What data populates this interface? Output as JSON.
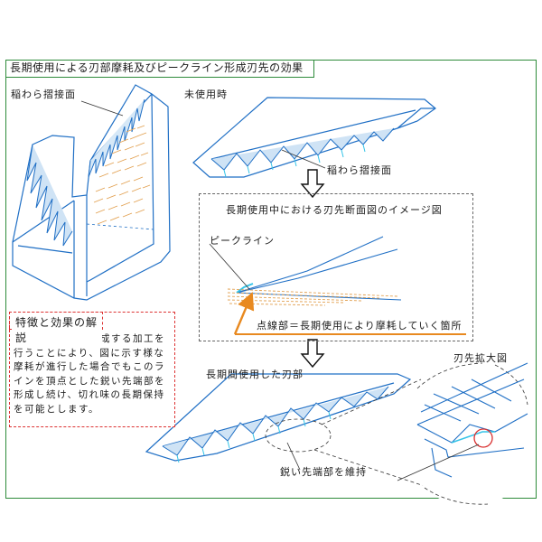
{
  "title": "長期使用による刃部摩耗及びピークライン形成刃先の効果",
  "labels": {
    "inara_top": "稲わら摺接面",
    "unused": "未使用時",
    "inara_right": "稲わら摺接面",
    "section_title": "長期使用中における刃先断面図のイメージ図",
    "peak_line": "ピークライン",
    "dotted_note": "点線部＝長期使用により摩耗していく箇所",
    "long_used": "長期間使用した刃部",
    "zoom": "刃先拡大図",
    "keep_sharp": "鋭い先端部を維持"
  },
  "description": {
    "title": "特徴と効果の解説",
    "body": "ピークラインを形成する加工を行うことにより、図に示す様な摩耗が進行した場合でもこのラインを頂点とした鋭い先端部を形成し続け、切れ味の長期保持を可能とします。"
  },
  "colors": {
    "frame": "#2e8b3a",
    "blade": "#1f6fc5",
    "blade_light": "#5aa9e6",
    "cyan": "#35c4e8",
    "wear": "#e2a050",
    "arrow": "#e8891f",
    "circle": "#d93030",
    "desc_border": "#dd3333"
  }
}
